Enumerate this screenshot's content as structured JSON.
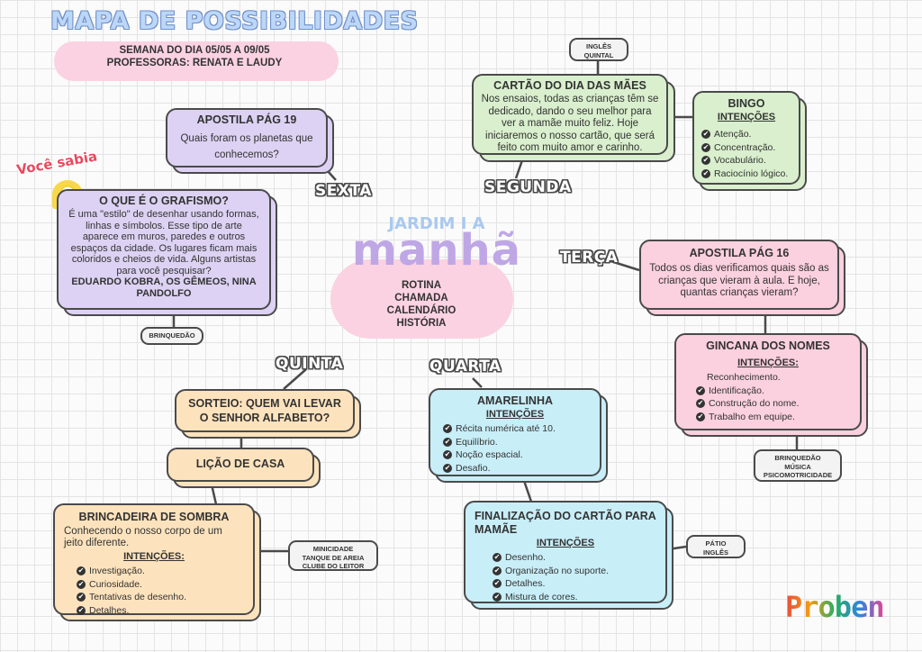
{
  "header": {
    "title": "MAPA DE POSSIBILIDADES",
    "week": "SEMANA DO DIA 05/05 A 09/05",
    "teachers": "PROFESSORAS: RENATA E LAUDY"
  },
  "center": {
    "class_name": "JARDIM I A",
    "period": "manhã",
    "routine": [
      "ROTINA",
      "CHAMADA",
      "CALENDÁRIO",
      "HISTÓRIA"
    ]
  },
  "days": {
    "segunda": "SEGUNDA",
    "terca": "TERÇA",
    "quarta": "QUARTA",
    "quinta": "QUINTA",
    "sexta": "SEXTA"
  },
  "segunda": {
    "tag": "INGLÊS QUINTAL",
    "cartao": {
      "title": "CARTÃO DO DIA DAS MÃES",
      "text": "Nos ensaios, todas as crianças têm se dedicado, dando o seu melhor para ver a mamãe muito feliz. Hoje iniciaremos o nosso cartão, que será feito com muito amor e carinho."
    },
    "bingo": {
      "title": "BINGO",
      "intentions_label": "INTENÇÕES",
      "items": [
        "Atenção.",
        "Concentração.",
        "Vocabulário.",
        "Raciocínio lógico."
      ]
    }
  },
  "terca": {
    "apostila": {
      "title": "APOSTILA PÁG 16",
      "text": "Todos os dias verificamos quais são as crianças que vieram à aula. E hoje, quantas crianças vieram?"
    },
    "gincana": {
      "title": "GINCANA DOS NOMES",
      "intentions_label": "INTENÇÕES:",
      "items": [
        "Reconhecimento.",
        "Identificação.",
        "Construção do nome.",
        "Trabalho em equipe."
      ]
    },
    "tag": "BRINQUEDÃO MÚSICA PSICOMOTRICIDADE"
  },
  "quarta": {
    "amarelinha": {
      "title": "AMARELINHA",
      "intentions_label": "INTENÇÕES",
      "items": [
        "Récita numérica até 10.",
        "Equilíbrio.",
        "Noção espacial.",
        "Desafio."
      ]
    },
    "finalizacao": {
      "title": "FINALIZAÇÃO DO CARTÃO PARA MAMÃE",
      "intentions_label": "INTENÇÕES",
      "items": [
        "Desenho.",
        "Organização no suporte.",
        "Detalhes.",
        "Mistura de cores."
      ]
    },
    "tag": "PÁTIO INGLÊS"
  },
  "quinta": {
    "sorteio": {
      "title": "SORTEIO: QUEM VAI LEVAR O SENHOR ALFABETO?"
    },
    "licao": {
      "title": "LIÇÃO DE CASA"
    },
    "sombra": {
      "title": "BRINCADEIRA DE SOMBRA",
      "text": "Conhecendo o nosso corpo de um jeito diferente.",
      "intentions_label": "INTENÇÕES:",
      "items": [
        "Investigação.",
        "Curiosidade.",
        "Tentativas de desenho.",
        "Detalhes."
      ]
    },
    "tag": "MINICIDADE TANQUE DE AREIA CLUBE DO LEITOR"
  },
  "sexta": {
    "apostila": {
      "title": "APOSTILA PÁG 19",
      "text": "Quais foram os planetas que conhecemos?"
    },
    "grafismo": {
      "title": "O QUE É O GRAFISMO?",
      "text": "É uma \"estilo\" de desenhar usando formas, linhas e símbolos.  Esse tipo de arte aparece em muros, paredes e outros espaços da cidade.  Os lugares ficam mais coloridos e cheios de vida. Alguns artistas para você pesquisar?",
      "artists": "EDUARDO KOBRA, OS GÊMEOS, NINA PANDOLFO"
    },
    "tag": "BRINQUEDÃO"
  },
  "voce_sabia": "Você sabia",
  "brand": "Proben",
  "colors": {
    "lavender": "#ddd2f3",
    "green": "#d9efcd",
    "pink": "#fbd0df",
    "blue": "#c8eef8",
    "peach": "#fde3bd",
    "border": "#4a4a4a"
  }
}
